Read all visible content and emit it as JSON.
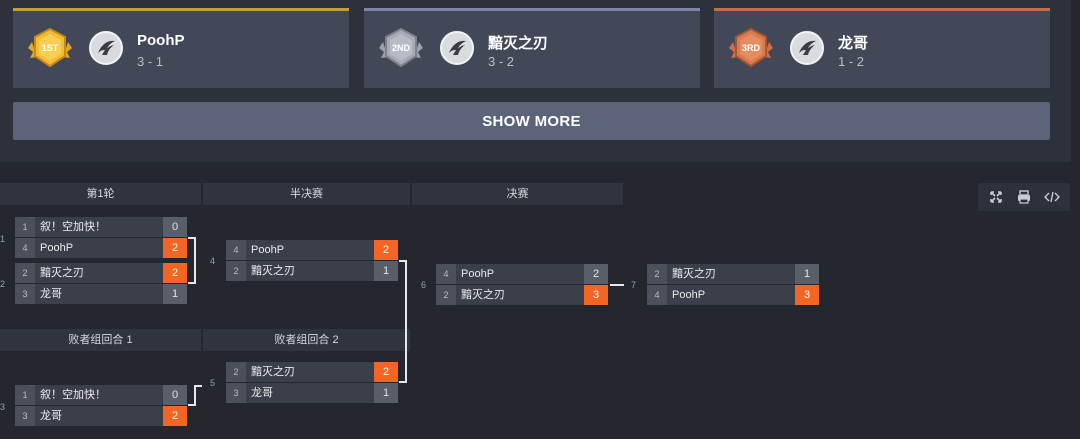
{
  "podium": [
    {
      "medal": "1ST",
      "name": "PoohP",
      "score": "3 - 1",
      "accent": "#d4a531",
      "medal_color": "#f0b93a"
    },
    {
      "medal": "2ND",
      "name": "黯灭之刃",
      "score": "3 - 2",
      "accent": "#7d86a8",
      "medal_color": "#a9aebc"
    },
    {
      "medal": "3RD",
      "name": "龙哥",
      "score": "1 - 2",
      "accent": "#c9714a",
      "medal_color": "#d97b4e"
    }
  ],
  "show_more_label": "SHOW MORE",
  "rounds": {
    "r1": "第1轮",
    "semi": "半决赛",
    "final": "决赛",
    "l1": "败者组回合 1",
    "l2": "败者组回合 2"
  },
  "tools": [
    "expand-icon",
    "print-icon",
    "code-icon"
  ],
  "match_numbers": {
    "m1": "1",
    "m2": "2",
    "m3": "3",
    "m4": "4",
    "m5": "5",
    "m6": "6",
    "m7": "7"
  },
  "matches": {
    "m1": [
      {
        "seed": "1",
        "team": "叙！空加快！",
        "score": "0",
        "win": false
      },
      {
        "seed": "4",
        "team": "PoohP",
        "score": "2",
        "win": true
      }
    ],
    "m2": [
      {
        "seed": "2",
        "team": "黯灭之刃",
        "score": "2",
        "win": true
      },
      {
        "seed": "3",
        "team": "龙哥",
        "score": "1",
        "win": false
      }
    ],
    "m4": [
      {
        "seed": "4",
        "team": "PoohP",
        "score": "2",
        "win": true
      },
      {
        "seed": "2",
        "team": "黯灭之刃",
        "score": "1",
        "win": false
      }
    ],
    "m3": [
      {
        "seed": "1",
        "team": "叙！空加快！",
        "score": "0",
        "win": false
      },
      {
        "seed": "3",
        "team": "龙哥",
        "score": "2",
        "win": true
      }
    ],
    "m5": [
      {
        "seed": "2",
        "team": "黯灭之刃",
        "score": "2",
        "win": true
      },
      {
        "seed": "3",
        "team": "龙哥",
        "score": "1",
        "win": false
      }
    ],
    "m6": [
      {
        "seed": "4",
        "team": "PoohP",
        "score": "2",
        "win": false
      },
      {
        "seed": "2",
        "team": "黯灭之刃",
        "score": "3",
        "win": true
      }
    ],
    "m7": [
      {
        "seed": "2",
        "team": "黯灭之刃",
        "score": "1",
        "win": false
      },
      {
        "seed": "4",
        "team": "PoohP",
        "score": "3",
        "win": true
      }
    ]
  }
}
